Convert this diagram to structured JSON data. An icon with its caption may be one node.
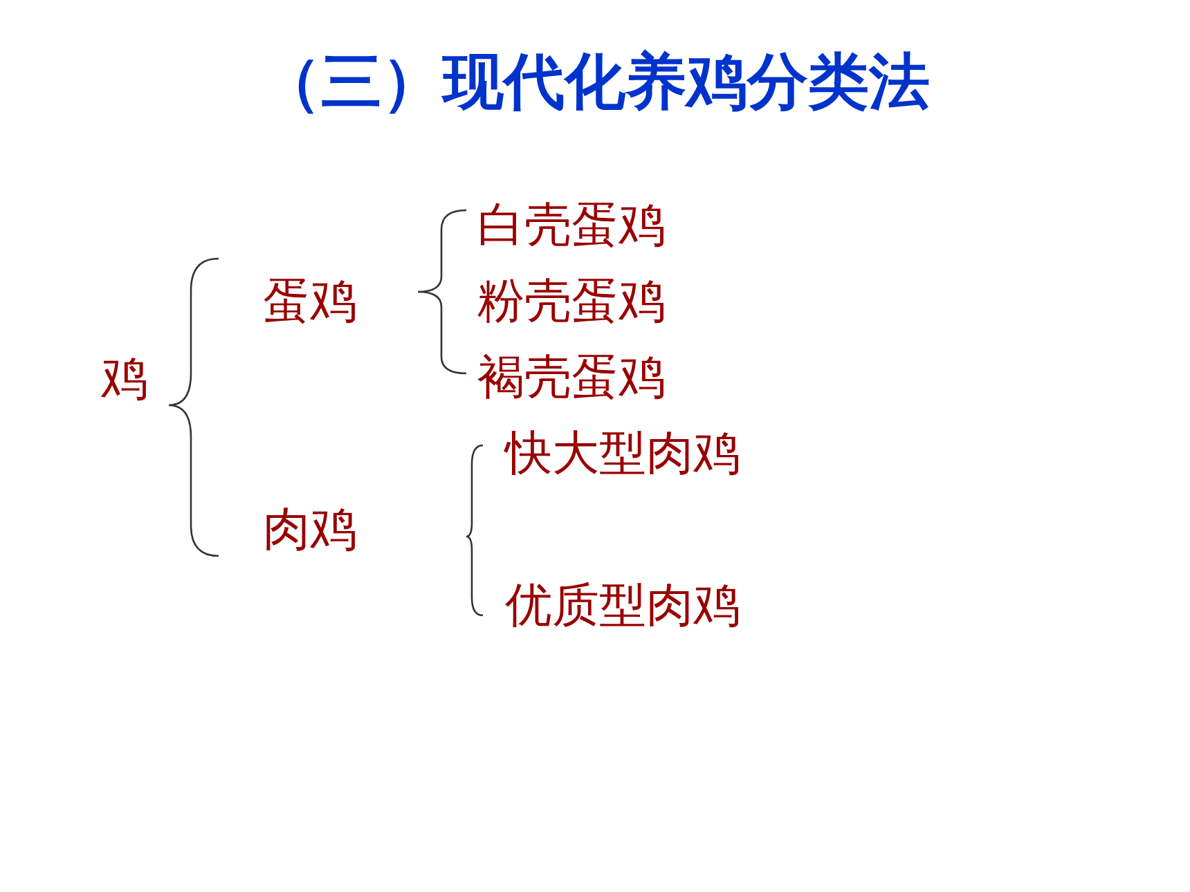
{
  "diagram": {
    "title": "（三）现代化养鸡分类法",
    "labels": [
      "白壳蛋鸡",
      "蛋鸡",
      "粉壳蛋鸡",
      "鸡",
      "褐壳蛋鸡",
      "快大型肉鸡",
      "肉鸡",
      "优质型肉鸡"
    ]
  }
}
